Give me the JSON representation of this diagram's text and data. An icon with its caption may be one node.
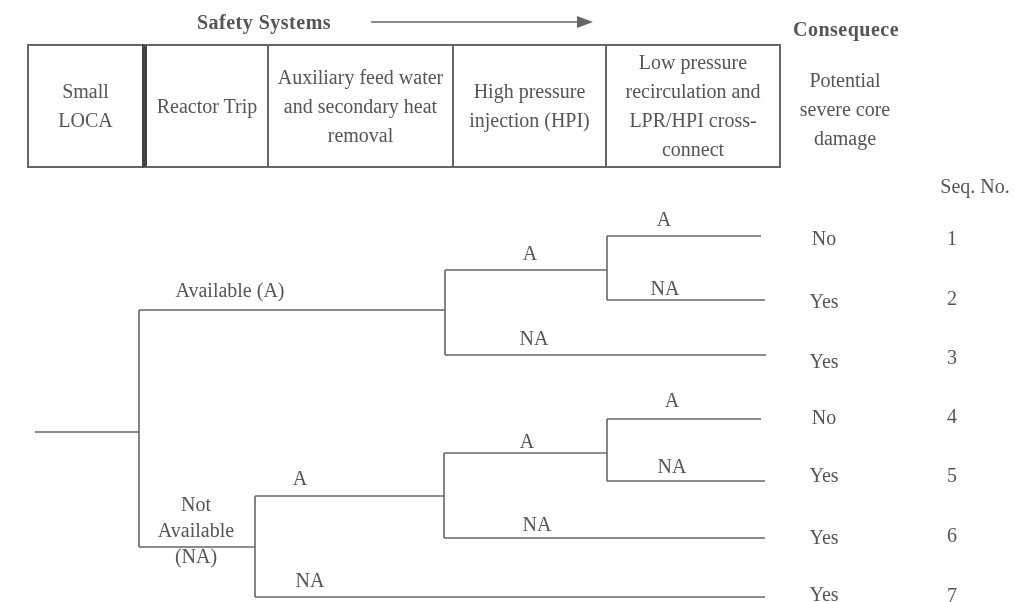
{
  "diagram": {
    "nodes": [
      {
        "text": [
          "Small LOCA"
        ]
      },
      {
        "text": [
          "Reactor Trip"
        ]
      },
      {
        "text": [
          "Auxiliary feed water and secondary heat removal"
        ]
      },
      {
        "text": [
          "High pressure injection (HPI)"
        ]
      },
      {
        "text": [
          "Low pressure recirculation and LPR/HPI cross-connect"
        ]
      }
    ],
    "labels": [
      "Safety Systems",
      "Consequece",
      "Potential severe core damage",
      "Seq. No.",
      "Available (A)",
      "A",
      "A",
      "NA",
      "NA",
      "Not Available (NA)",
      "A",
      "A",
      "A",
      "NA",
      "NA",
      "NA",
      "No",
      "1",
      "Yes",
      "2",
      "Yes",
      "3",
      "No",
      "4",
      "Yes",
      "5",
      "Yes",
      "6",
      "Yes",
      "7"
    ]
  }
}
